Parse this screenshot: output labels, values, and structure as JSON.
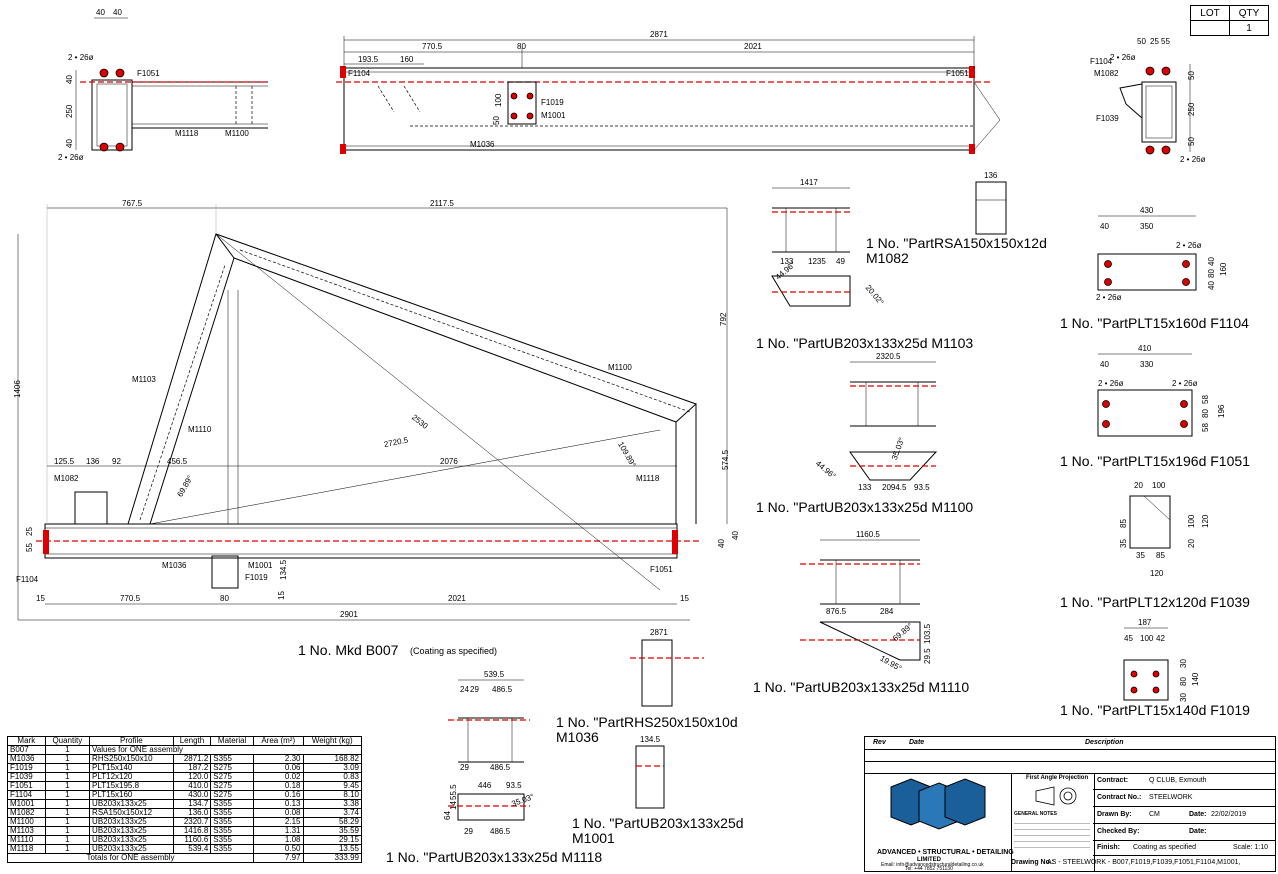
{
  "lot_qty": {
    "lot_label": "LOT",
    "qty_label": "QTY",
    "lot_value": "",
    "qty_value": "1"
  },
  "main_assembly": {
    "caption": "1 No. Mkd B007",
    "caption_note": "(Coating as specified)",
    "dims": {
      "top_left": "767.5",
      "top_right": "2117.5",
      "height": "1406",
      "right_upper": "792",
      "right_lower": "574.5",
      "diag1": "2530",
      "diag2": "2720.5",
      "span": "2076",
      "d125": "125.5",
      "d136": "136",
      "d92": "92",
      "d456": "456.5",
      "angle1": "69.89°",
      "angle2": "109.89°",
      "bottom_left": "770.5",
      "bottom_right": "2021",
      "bottom_total": "2901",
      "end15a": "15",
      "end15b": "15",
      "d80": "80",
      "d134": "134.5",
      "d15c": "15",
      "d40a": "40",
      "d40b": "40",
      "d55": "55",
      "d25": "25"
    },
    "marks": {
      "m1103": "M1103",
      "m1100": "M1100",
      "m1110": "M1110",
      "m1082": "M1082",
      "m1118": "M1118",
      "m1036": "M1036",
      "m1001": "M1001",
      "f1019": "F1019",
      "f1051": "F1051",
      "f1104": "F1104"
    }
  },
  "top_view": {
    "dims": {
      "total": "2871",
      "left": "770.5",
      "mid": "80",
      "right": "2021",
      "d193": "193.5",
      "d160": "160",
      "d100a": "100",
      "d50": "50"
    },
    "marks": {
      "f1104": "F1104",
      "f1051": "F1051",
      "f1019": "F1019",
      "m1001": "M1001",
      "m1036": "M1036"
    }
  },
  "left_end_view": {
    "dims": {
      "d40a": "40",
      "d40b": "40",
      "v40a": "40",
      "v250": "250",
      "v40b": "40",
      "holes_top": "2 • 26ø",
      "holes_bottom": "2 • 26ø"
    },
    "marks": {
      "f1051": "F1051",
      "m1118": "M1118",
      "m1100": "M1100"
    }
  },
  "right_end_view": {
    "dims": {
      "d50": "50",
      "d25": "25",
      "d55": "55",
      "v50a": "50",
      "v250": "250",
      "v50b": "50",
      "holes_top": "2 • 26ø",
      "holes_bottom": "2 • 26ø"
    },
    "marks": {
      "f1104": "F1104",
      "m1082": "M1082",
      "f1039": "F1039"
    }
  },
  "parts": {
    "m1103": {
      "caption": "1 No. \"PartUB203x133x25d M1103",
      "d1417": "1417",
      "d133": "133",
      "d1235": "1235",
      "d49": "49",
      "a1": "44.96°",
      "a2": "20.02°"
    },
    "m1082": {
      "caption_line1": "1 No. \"PartRSA150x150x12d",
      "caption_line2": "M1082",
      "d136": "136"
    },
    "m1100": {
      "caption": "1 No. \"PartUB203x133x25d M1100",
      "d2320": "2320.5",
      "d133": "133",
      "d2094": "2094.5",
      "d93": "93.5",
      "a1": "44.96°",
      "a2": "35.03°"
    },
    "m1110": {
      "caption": "1 No. \"PartUB203x133x25d M1110",
      "d1160": "1160.5",
      "d876": "876.5",
      "d284": "284",
      "d103": "103.5",
      "d29": "29.5",
      "a1": "69.89°",
      "a2": "19.95°"
    },
    "m1036": {
      "caption_line1": "1 No. \"PartRHS250x150x10d",
      "caption_line2": "M1036",
      "d2871": "2871"
    },
    "m1001": {
      "caption_line1": "1 No. \"PartUB203x133x25d",
      "caption_line2": "M1001",
      "d134": "134.5"
    },
    "m1118": {
      "caption": "1 No. \"PartUB203x133x25d M1118",
      "d539": "539.5",
      "d24": "24",
      "d29": "29",
      "d486a": "486.5",
      "d486b": "486.5",
      "d29b": "29",
      "d446": "446",
      "d93": "93.5",
      "d486c": "486.5",
      "d29c": "29",
      "a1": "35.03°",
      "d64": "64",
      "d14": "14",
      "d55": "55.5"
    },
    "f1104": {
      "caption": "1 No. \"PartPLT15x160d F1104",
      "d430": "430",
      "d40": "40",
      "d350": "350",
      "v40a": "40",
      "v80": "80",
      "v40b": "40",
      "v160": "160",
      "holes_a": "2 • 26ø",
      "holes_b": "2 • 26ø"
    },
    "f1051": {
      "caption": "1 No. \"PartPLT15x196d F1051",
      "d410": "410",
      "d40": "40",
      "d330": "330",
      "v58a": "58",
      "v80": "80",
      "v58b": "58",
      "v196": "196",
      "holes_a": "2 • 26ø",
      "holes_b": "2 • 26ø"
    },
    "f1039": {
      "caption": "1 No. \"PartPLT12x120d F1039",
      "d20": "20",
      "d100": "100",
      "v85": "85",
      "v100": "100",
      "v120": "120",
      "v35": "35",
      "d35b": "35",
      "d85b": "85",
      "d120b": "120",
      "v20": "20"
    },
    "f1019": {
      "caption": "1 No. \"PartPLT15x140d F1019",
      "d187": "187",
      "d45": "45",
      "d100": "100",
      "d42": "42",
      "v30a": "30",
      "v80": "80",
      "v30b": "30",
      "v140": "140"
    }
  },
  "bom": {
    "headers": [
      "Mark",
      "Quantity",
      "Profile",
      "Length",
      "Material",
      "Area (m²)",
      "Weight (kg)"
    ],
    "assembly_row": {
      "mark": "B007",
      "qty": "1",
      "text": "Values for ONE assembly"
    },
    "rows": [
      [
        "M1036",
        "1",
        "RHS250x150x10",
        "2871.2",
        "S355",
        "2.30",
        "168.82"
      ],
      [
        "F1019",
        "1",
        "PLT15x140",
        "187.2",
        "S275",
        "0.06",
        "3.09"
      ],
      [
        "F1039",
        "1",
        "PLT12x120",
        "120.0",
        "S275",
        "0.02",
        "0.83"
      ],
      [
        "F1051",
        "1",
        "PLT15x195.8",
        "410.0",
        "S275",
        "0.18",
        "9.45"
      ],
      [
        "F1104",
        "1",
        "PLT15x160",
        "430.0",
        "S275",
        "0.16",
        "8.10"
      ],
      [
        "M1001",
        "1",
        "UB203x133x25",
        "134.7",
        "S355",
        "0.13",
        "3.38"
      ],
      [
        "M1082",
        "1",
        "RSA150x150x12",
        "136.0",
        "S355",
        "0.08",
        "3.74"
      ],
      [
        "M1100",
        "1",
        "UB203x133x25",
        "2320.7",
        "S355",
        "2.15",
        "58.29"
      ],
      [
        "M1103",
        "1",
        "UB203x133x25",
        "1416.8",
        "S355",
        "1.31",
        "35.59"
      ],
      [
        "M1110",
        "1",
        "UB203x133x25",
        "1160.6",
        "S355",
        "1.08",
        "29.15"
      ],
      [
        "M1118",
        "1",
        "UB203x133x25",
        "539.4",
        "S355",
        "0.50",
        "13.55"
      ]
    ],
    "totals": {
      "label": "Totals for ONE assembly",
      "area": "7.97",
      "weight": "333.99"
    }
  },
  "title_block": {
    "rev_label": "Rev",
    "date_label": "Date",
    "desc_label": "Description",
    "projection_label": "First Angle Projection",
    "company_line1": "ADVANCED • STRUCTURAL • DETAILING",
    "company_line2": "LIMITED",
    "company_email": "Email: info@advancedstructuraldetailing.co.uk",
    "company_tel": "Tel: +44 7852 751130",
    "general_notes_label": "GENERAL NOTES",
    "contract_label": "Contract:",
    "contract_value": "Q CLUB, Exmouth",
    "contract_no_label": "Contract No.:",
    "contract_no_value": "STEELWORK",
    "drawn_by_label": "Drawn By:",
    "drawn_by_value": "CM",
    "date_label2": "Date:",
    "date_value": "22/02/2019",
    "checked_by_label": "Checked By:",
    "checked_date_label": "Date:",
    "finish_label": "Finish:",
    "finish_value": "Coating as specified",
    "scale_label": "Scale: 1:10",
    "drawing_no_label": "Drawing No.:",
    "drawing_no_value": "AS - STEELWORK - B007,F1019,F1039,F1051,F1104,M1001,"
  }
}
